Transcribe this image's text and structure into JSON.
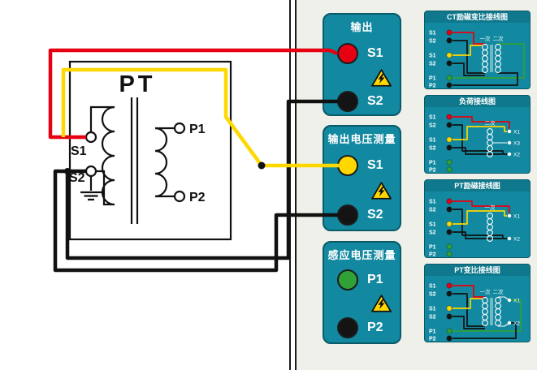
{
  "colors": {
    "teal": "#1289a0",
    "panel_bg": "#eff0e9",
    "red": "#e60012",
    "yellow": "#ffd800",
    "green": "#2fa137",
    "wire_black": "#111111",
    "warning_yellow": "#ffd800"
  },
  "schematic": {
    "title": "PT",
    "labels": {
      "s1": "S1",
      "s2": "S2",
      "p1": "P1",
      "p2": "P2"
    }
  },
  "boxes": [
    {
      "title": "输出",
      "terminals": [
        {
          "label": "S1",
          "color": "#e60012"
        },
        {
          "label": "S2",
          "color": "#141414"
        }
      ]
    },
    {
      "title": "输出电压测量",
      "terminals": [
        {
          "label": "S1",
          "color": "#ffd800"
        },
        {
          "label": "S2",
          "color": "#141414"
        }
      ]
    },
    {
      "title": "感应电压测量",
      "terminals": [
        {
          "label": "P1",
          "color": "#2fa137"
        },
        {
          "label": "P2",
          "color": "#141414"
        }
      ]
    }
  ],
  "minis": [
    {
      "title": "CT励磁变比接线图",
      "terminals": [
        {
          "label": "S1",
          "color": "#e60012"
        },
        {
          "label": "S2",
          "color": "#141414"
        },
        {
          "label": "S1",
          "color": "#ffd800"
        },
        {
          "label": "S2",
          "color": "#141414"
        },
        {
          "label": "P1",
          "color": "#2fa137"
        },
        {
          "label": "P2",
          "color": "#141414"
        }
      ],
      "tags": [
        "一次",
        "二次"
      ],
      "xlabels": []
    },
    {
      "title": "负荷接线图",
      "terminals": [
        {
          "label": "S1",
          "color": "#e60012"
        },
        {
          "label": "S2",
          "color": "#141414"
        },
        {
          "label": "S1",
          "color": "#ffd800"
        },
        {
          "label": "S2",
          "color": "#141414"
        },
        {
          "label": "P1",
          "color": "#2fa137"
        },
        {
          "label": "P2",
          "color": "#2fa137"
        }
      ],
      "tags": [
        "二次"
      ],
      "xlabels": [
        "X1",
        "X3",
        "X2"
      ]
    },
    {
      "title": "PT励磁接线图",
      "terminals": [
        {
          "label": "S1",
          "color": "#e60012"
        },
        {
          "label": "S2",
          "color": "#141414"
        },
        {
          "label": "S1",
          "color": "#ffd800"
        },
        {
          "label": "S2",
          "color": "#141414"
        },
        {
          "label": "P1",
          "color": "#2fa137"
        },
        {
          "label": "P2",
          "color": "#2fa137"
        }
      ],
      "tags": [
        "一次"
      ],
      "xlabels": [
        "X1",
        "X2"
      ]
    },
    {
      "title": "PT变比接线图",
      "terminals": [
        {
          "label": "S1",
          "color": "#e60012"
        },
        {
          "label": "S2",
          "color": "#141414"
        },
        {
          "label": "S1",
          "color": "#ffd800"
        },
        {
          "label": "S2",
          "color": "#141414"
        },
        {
          "label": "P1",
          "color": "#2fa137"
        },
        {
          "label": "P2",
          "color": "#141414"
        }
      ],
      "tags": [
        "一次",
        "二次"
      ],
      "xlabels": [
        "X1",
        "X2"
      ]
    }
  ]
}
